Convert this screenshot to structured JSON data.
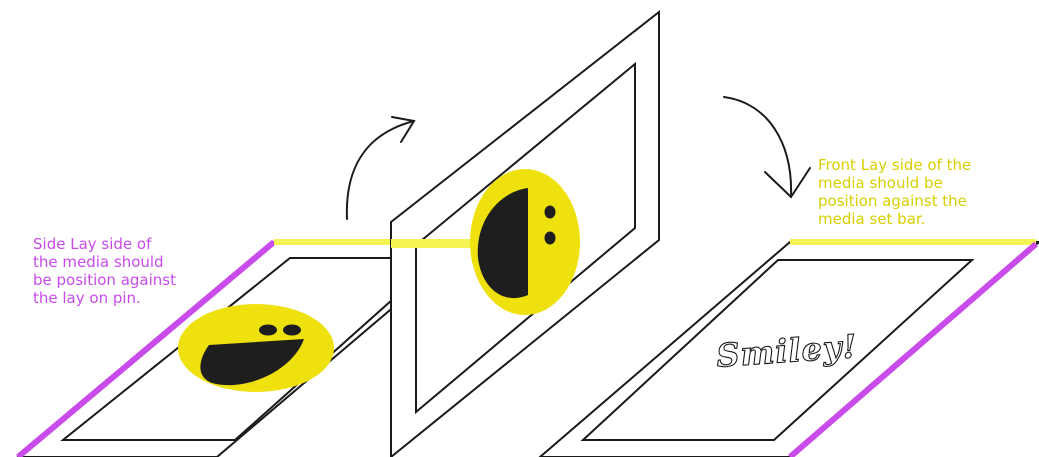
{
  "colors": {
    "background": "#ffffff",
    "outline": "#1a1a1a",
    "side_lay": "#c84bea",
    "front_lay": "#f4f454",
    "smiley_face": "#eee10e",
    "smiley_features": "#1e1e1e"
  },
  "annotations": {
    "side_lay": "Side Lay side of\nthe media should\nbe position against\nthe lay on pin.",
    "front_lay": "Front Lay side of the\nmedia should be\nposition against the\nmedia set bar."
  },
  "panels": {
    "left": {
      "icon": "smiley-face-icon"
    },
    "middle": {
      "icon": "smiley-face-icon"
    },
    "right": {
      "printed_text": "Smiley!"
    }
  },
  "arrows": [
    "curved-arrow-up-right-icon",
    "curved-arrow-down-right-icon"
  ]
}
